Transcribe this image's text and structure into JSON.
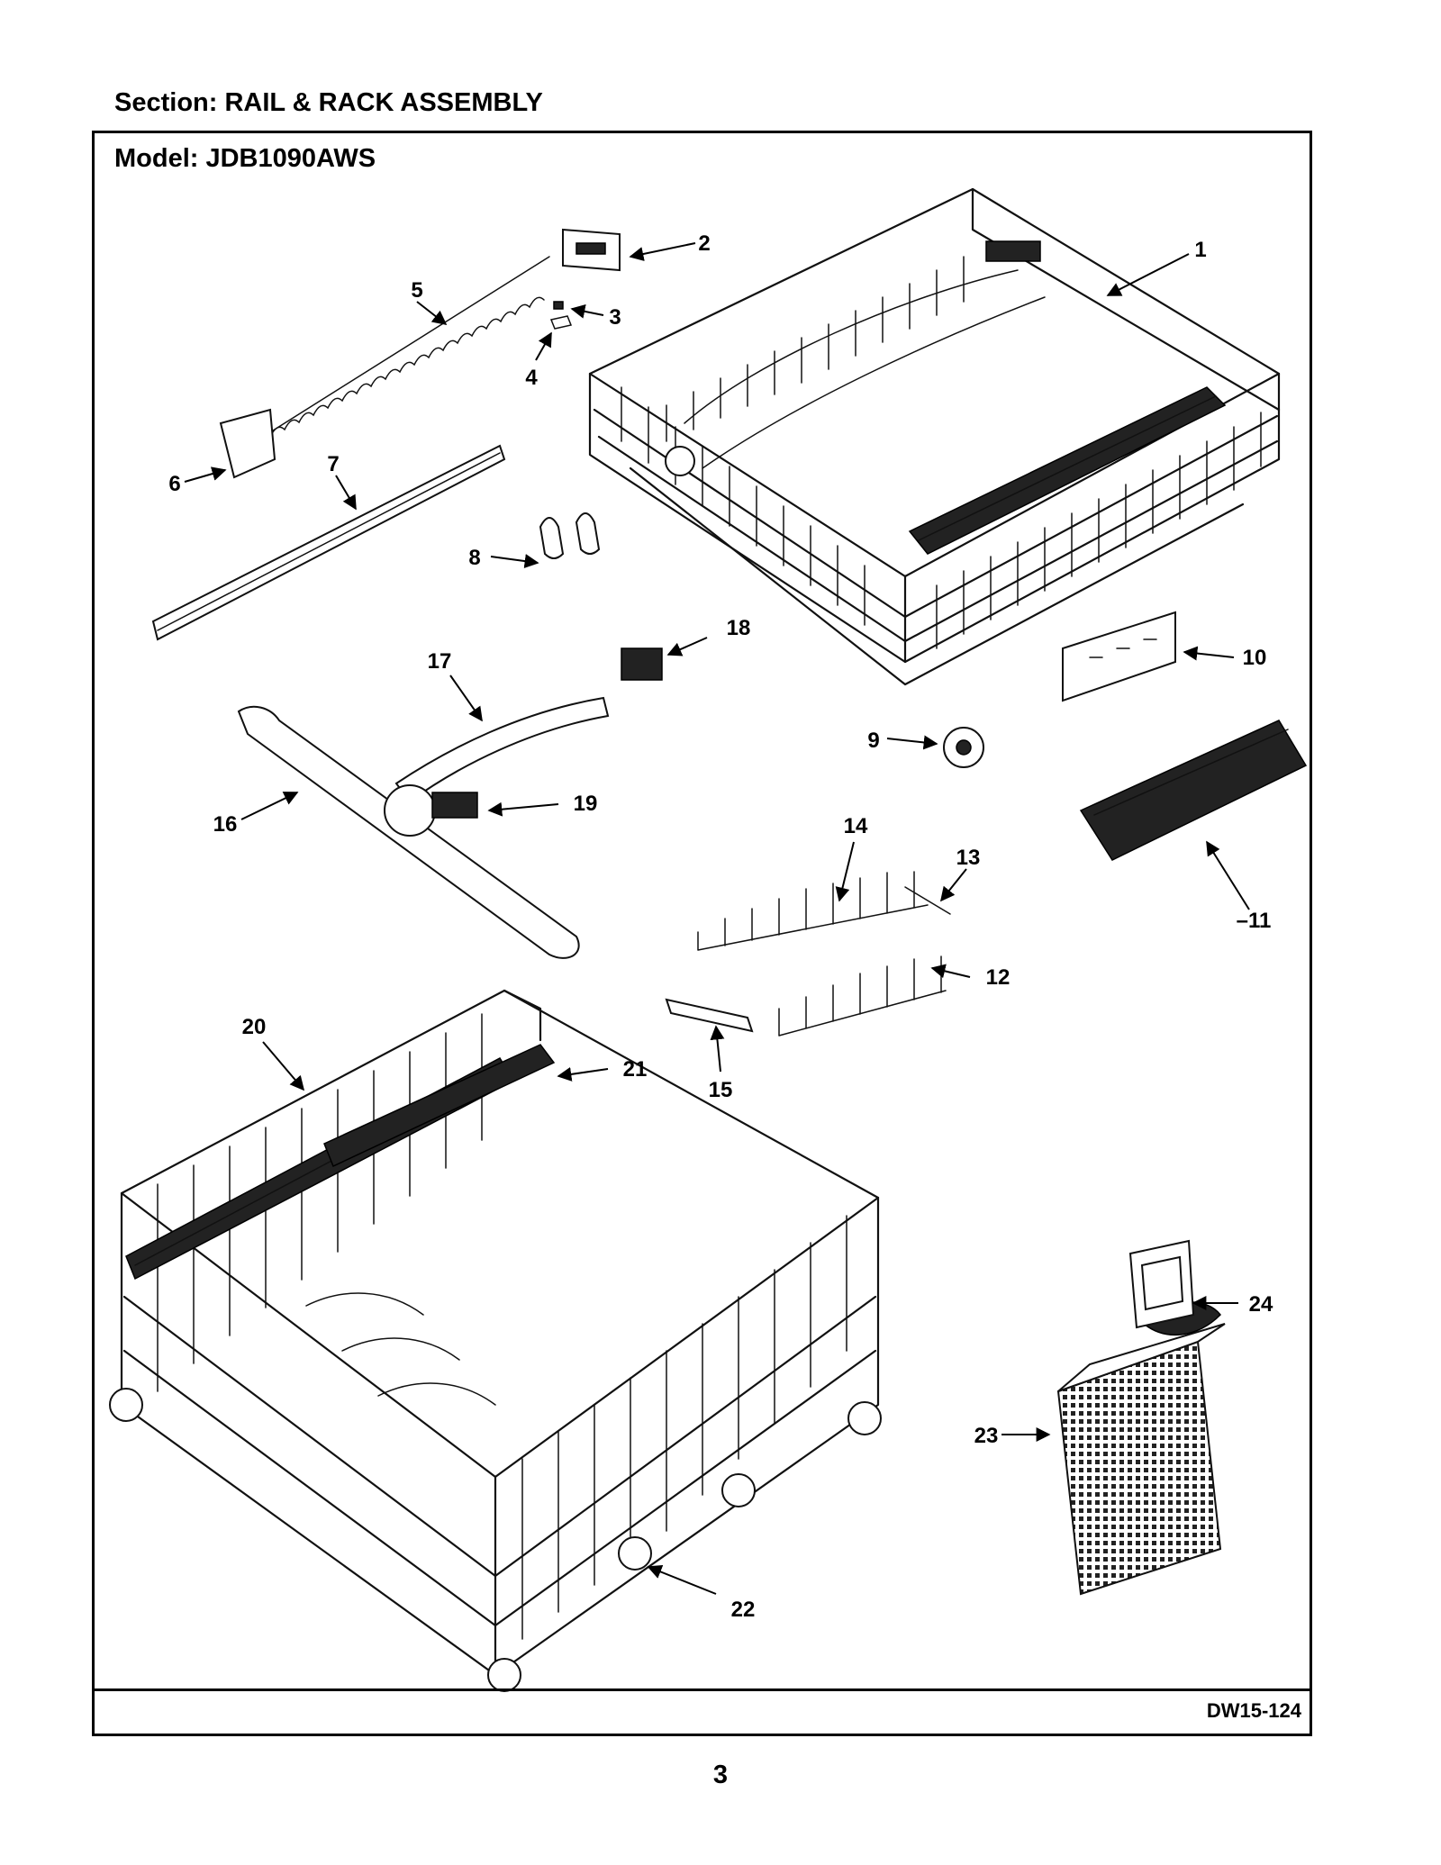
{
  "header": {
    "section_title": "Section:  RAIL & RACK ASSEMBLY",
    "model_title": "Model:  JDB1090AWS"
  },
  "footer": {
    "doc_code": "DW15-124",
    "page_number": "3"
  },
  "callouts": {
    "c1": "1",
    "c2": "2",
    "c3": "3",
    "c4": "4",
    "c5": "5",
    "c6": "6",
    "c7": "7",
    "c8": "8",
    "c9": "9",
    "c10": "10",
    "c11": "–11",
    "c12": "12",
    "c13": "13",
    "c14": "14",
    "c15": "15",
    "c16": "16",
    "c17": "17",
    "c18": "18",
    "c19": "19",
    "c20": "20",
    "c21": "21",
    "c22": "22",
    "c23": "23",
    "c24": "24"
  }
}
